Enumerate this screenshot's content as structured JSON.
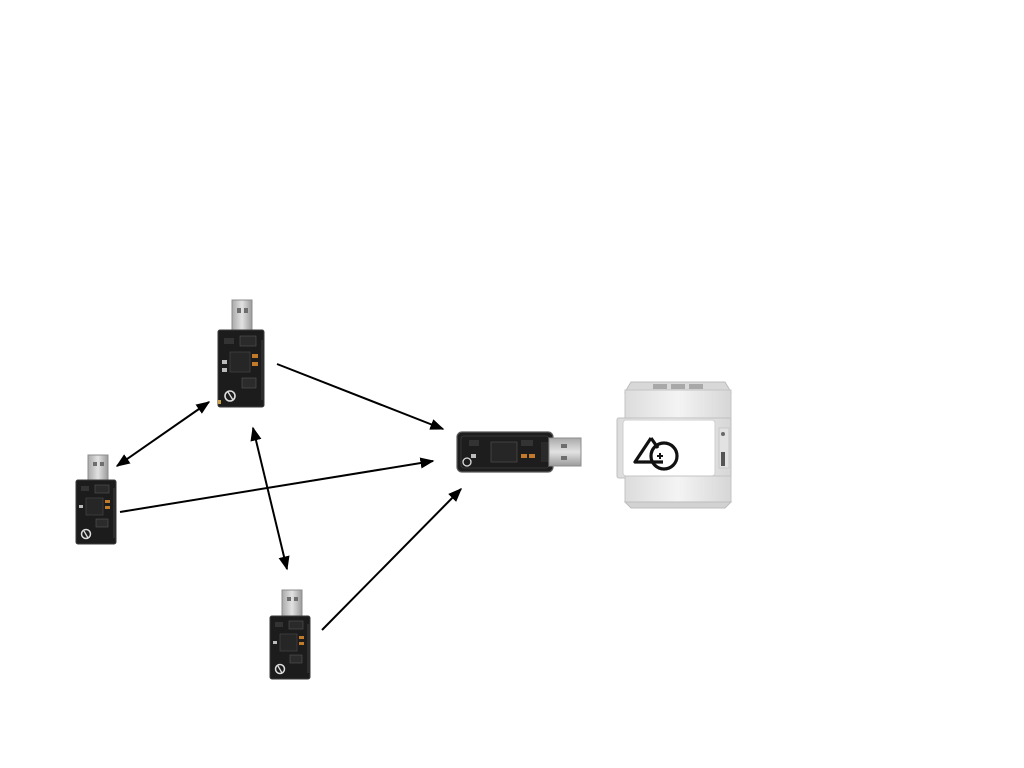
{
  "diagram": {
    "nodes": [
      {
        "id": "node-1",
        "kind": "usb-dongle"
      },
      {
        "id": "node-2",
        "kind": "usb-dongle"
      },
      {
        "id": "node-3",
        "kind": "usb-dongle"
      },
      {
        "id": "coordinator",
        "kind": "usb-stick"
      },
      {
        "id": "gateway",
        "kind": "din-rail-gateway",
        "icon": "triangle-circle-logo-icon"
      }
    ],
    "edges": [
      {
        "from": "node-1",
        "to": "node-2",
        "direction": "both"
      },
      {
        "from": "node-1",
        "to": "node-3",
        "direction": "both"
      },
      {
        "from": "node-1",
        "to": "coordinator",
        "direction": "forward"
      },
      {
        "from": "node-2",
        "to": "coordinator",
        "direction": "forward"
      },
      {
        "from": "node-3",
        "to": "coordinator",
        "direction": "forward"
      }
    ]
  },
  "colors": {
    "background": "#ffffff",
    "arrow": "#000000",
    "board": "#1c1c1c",
    "usb_metal": "#c8c8c8",
    "gateway_body": "#eeeeee"
  }
}
